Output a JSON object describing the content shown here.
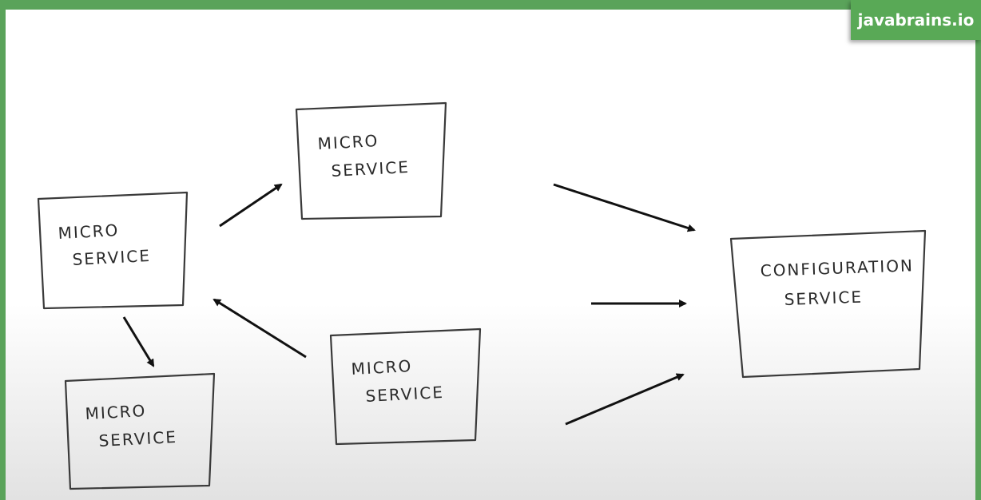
{
  "brand": {
    "label": "javabrains.io"
  },
  "nodes": [
    {
      "line1": "MICRO",
      "line2": "SERVICE"
    },
    {
      "line1": "MICRO",
      "line2": "SERVICE"
    },
    {
      "line1": "MICRO",
      "line2": "SERVICE"
    },
    {
      "line1": "MICRO",
      "line2": "SERVICE"
    },
    {
      "line1": "CONFIGURATION",
      "line2": "SERVICE"
    }
  ]
}
